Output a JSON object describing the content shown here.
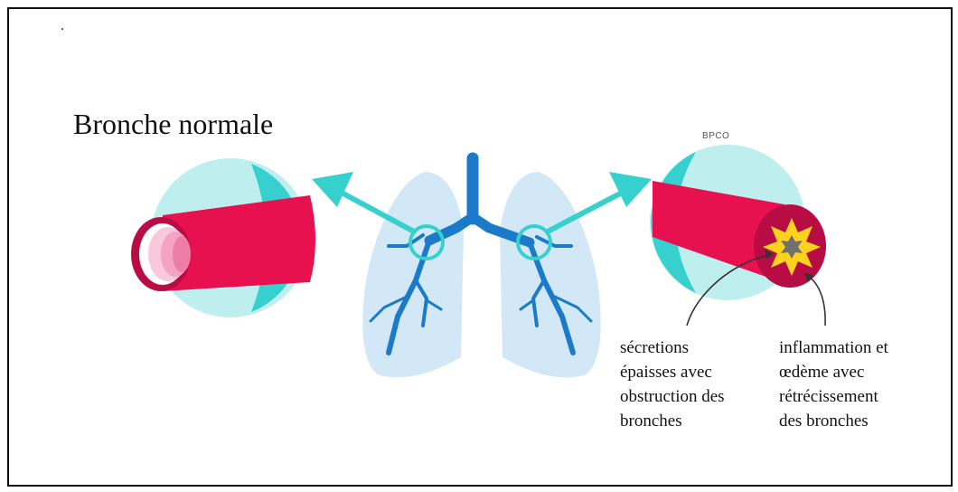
{
  "labels": {
    "dot": ".",
    "normal_title": "Bronche normale",
    "bpco_title": "BPCO",
    "caption_secretions": "sécretions\népaisses avec\nobstruction des\nbronches",
    "caption_inflammation": " inflammation et\nœdème avec\nrétrécissement\ndes bronches"
  },
  "colors": {
    "teal_light": "#bfeeee",
    "teal": "#36d0ce",
    "bronchus_red": "#e8114f",
    "bronchus_dark": "#b80c45",
    "lumen_pink": "#f5a3c2",
    "lung_light": "#cde6f5",
    "airway_blue": "#1b7bc8",
    "inflammation_yellow": "#ffd21e",
    "secretion_grey": "#707070"
  },
  "icons": [
    "arrow-left-icon",
    "arrow-right-icon",
    "lungs-icon",
    "bronchus-icon",
    "inflammation-star-icon"
  ]
}
